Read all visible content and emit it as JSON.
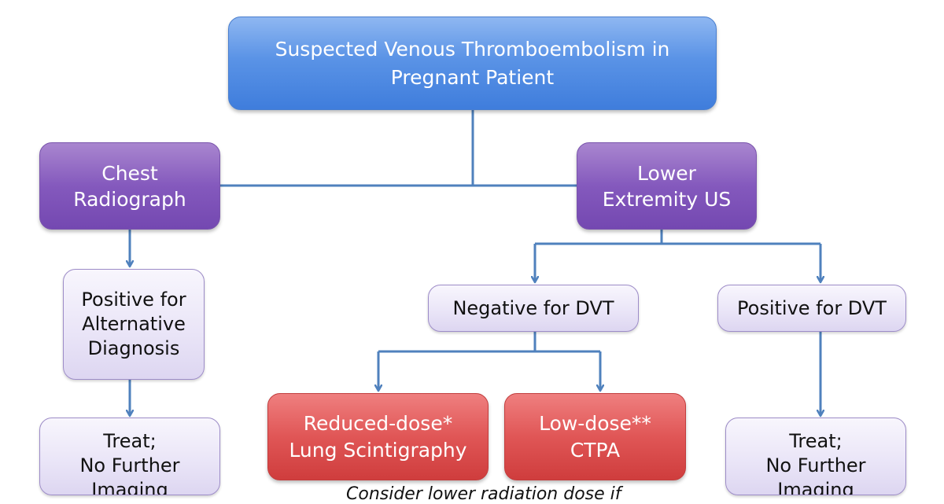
{
  "nodes": {
    "root": "Suspected Venous Thromboembolism in\nPregnant Patient",
    "chest": "Chest\nRadiograph",
    "lower_us": "Lower\nExtremity US",
    "alt_dx": "Positive for\nAlternative\nDiagnosis",
    "neg_dvt": "Negative for DVT",
    "pos_dvt": "Positive for DVT",
    "treat_left": "Treat;\nNo Further\nImaging",
    "scint": "Reduced-dose*\nLung Scintigraphy",
    "ctpa": "Low-dose**\nCTPA",
    "treat_right": "Treat;\nNo Further\nImaging"
  },
  "footnote": "Consider lower radiation dose if",
  "colors": {
    "connector": "#4f81bd",
    "root_fill": "#5a93e6",
    "branch_fill": "#8459bd",
    "outcome_fill": "#e9e4f7",
    "imaging_fill": "#e05656"
  }
}
